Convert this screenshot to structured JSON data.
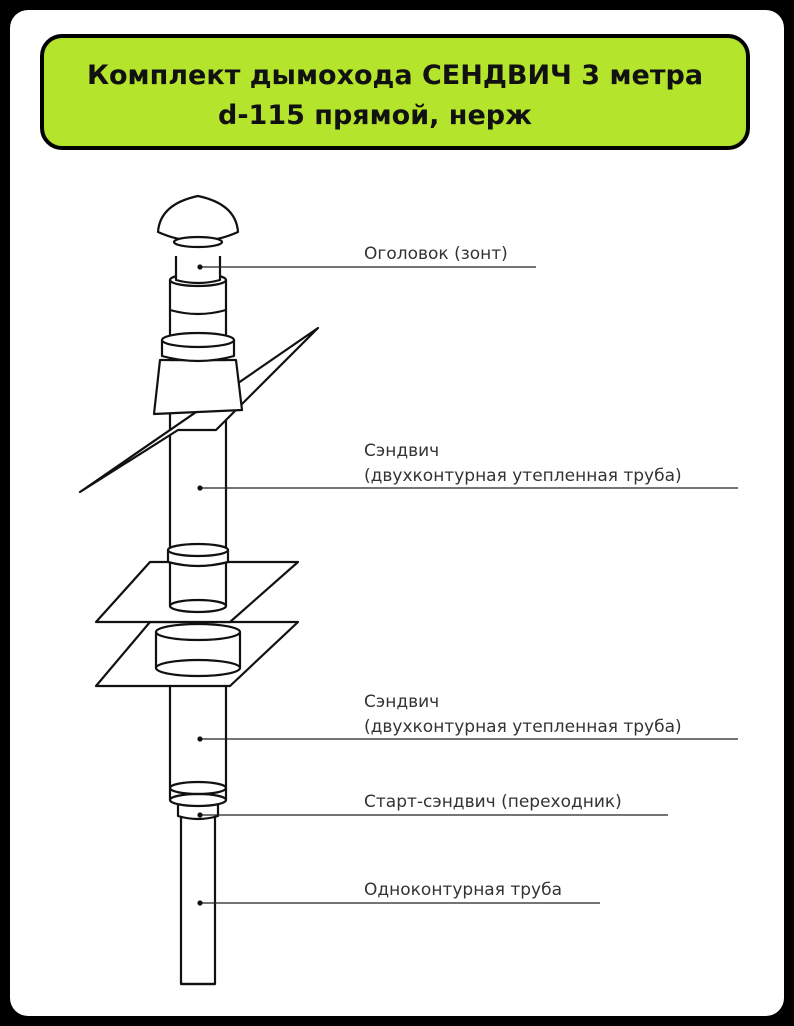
{
  "title": {
    "line1": "Комплект дымохода СЕНДВИЧ 3 метра",
    "line2": "d-115 прямой, нерж"
  },
  "colors": {
    "title_bg": "#b4e42c",
    "frame": "#000000",
    "line": "#111111"
  },
  "labels": {
    "cap": "Оголовок (зонт)",
    "sandwich_top_title": "Сэндвич",
    "sandwich_top_desc": "(двухконтурная утепленная труба)",
    "sandwich_bottom_title": "Сэндвич",
    "sandwich_bottom_desc": "(двухконтурная утепленная труба)",
    "start": "Старт-сэндвич (переходник)",
    "single": "Одноконтурная труба"
  }
}
